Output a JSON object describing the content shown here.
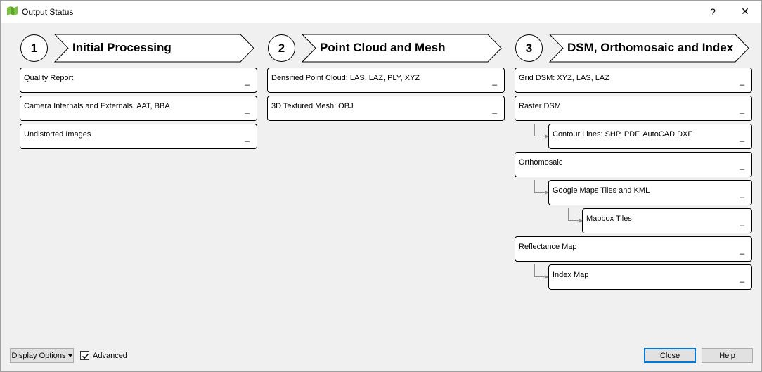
{
  "window": {
    "title": "Output Status",
    "help_button": "?",
    "close_button": "✕",
    "app_icon": "map-app-icon"
  },
  "steps": [
    {
      "number": "1",
      "title": "Initial Processing",
      "outputs": [
        {
          "label": "Quality Report",
          "status": "_"
        },
        {
          "label": "Camera Internals and Externals, AAT, BBA",
          "status": "_"
        },
        {
          "label": "Undistorted Images",
          "status": "_"
        }
      ]
    },
    {
      "number": "2",
      "title": "Point Cloud and Mesh",
      "outputs": [
        {
          "label": "Densified Point Cloud: LAS, LAZ, PLY, XYZ",
          "status": "_"
        },
        {
          "label": "3D Textured Mesh: OBJ",
          "status": "_"
        }
      ]
    },
    {
      "number": "3",
      "title": "DSM, Orthomosaic and Index",
      "outputs": [
        {
          "label": "Grid DSM: XYZ, LAS, LAZ",
          "status": "_",
          "level": 0
        },
        {
          "label": "Raster DSM",
          "status": "_",
          "level": 0
        },
        {
          "label": "Contour Lines: SHP, PDF, AutoCAD DXF",
          "status": "_",
          "level": 1
        },
        {
          "label": "Orthomosaic",
          "status": "_",
          "level": 0
        },
        {
          "label": "Google Maps Tiles and KML",
          "status": "_",
          "level": 1
        },
        {
          "label": "Mapbox Tiles",
          "status": "_",
          "level": 2
        },
        {
          "label": "Reflectance Map",
          "status": "_",
          "level": 0
        },
        {
          "label": "Index Map",
          "status": "_",
          "level": 1
        }
      ]
    }
  ],
  "footer": {
    "display_options": "Display Options",
    "advanced_label": "Advanced",
    "advanced_checked": true,
    "close": "Close",
    "help": "Help"
  },
  "colors": {
    "background": "#f0f0f0",
    "box_background": "#ffffff",
    "default_button_border": "#0078d7",
    "connector": "#909090"
  }
}
